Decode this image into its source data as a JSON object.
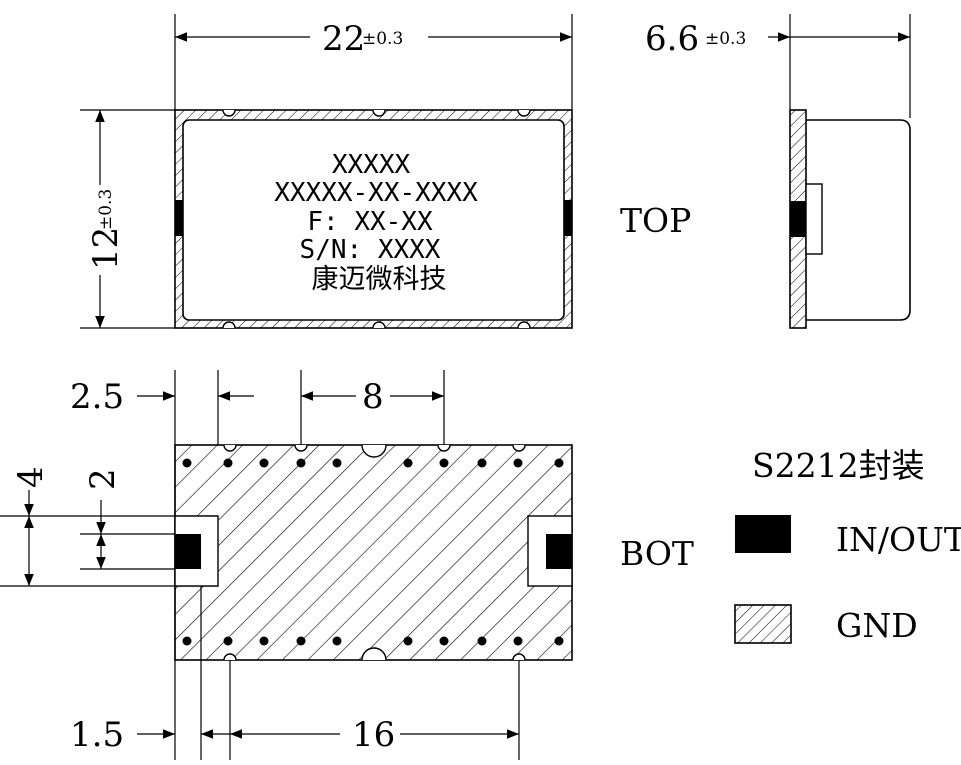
{
  "top_view": {
    "dim_width": "22",
    "dim_width_tol": "±0.3",
    "dim_height": "12",
    "dim_height_tol": "±0.3",
    "marking": [
      "XXXXX",
      "XXXXX-XX-XXXX",
      "F: XX-XX",
      "S/N: XXXX",
      "康迈微科技"
    ],
    "view_label": "TOP"
  },
  "side_view": {
    "dim_thickness": "6.6",
    "dim_thickness_tol": "±0.3"
  },
  "bottom_view": {
    "view_label": "BOT",
    "dim_edge_pad": "2.5",
    "dim_via_pitch": "8",
    "dim_window": "4",
    "dim_pad": "2",
    "dim_offset": "1.5",
    "dim_span": "16"
  },
  "legend": {
    "package_name": "S2212封装",
    "items": [
      {
        "label": "IN/OUT",
        "fill": "solid",
        "color": "#000000"
      },
      {
        "label": "GND",
        "fill": "hatch",
        "color": "#000000"
      }
    ]
  }
}
